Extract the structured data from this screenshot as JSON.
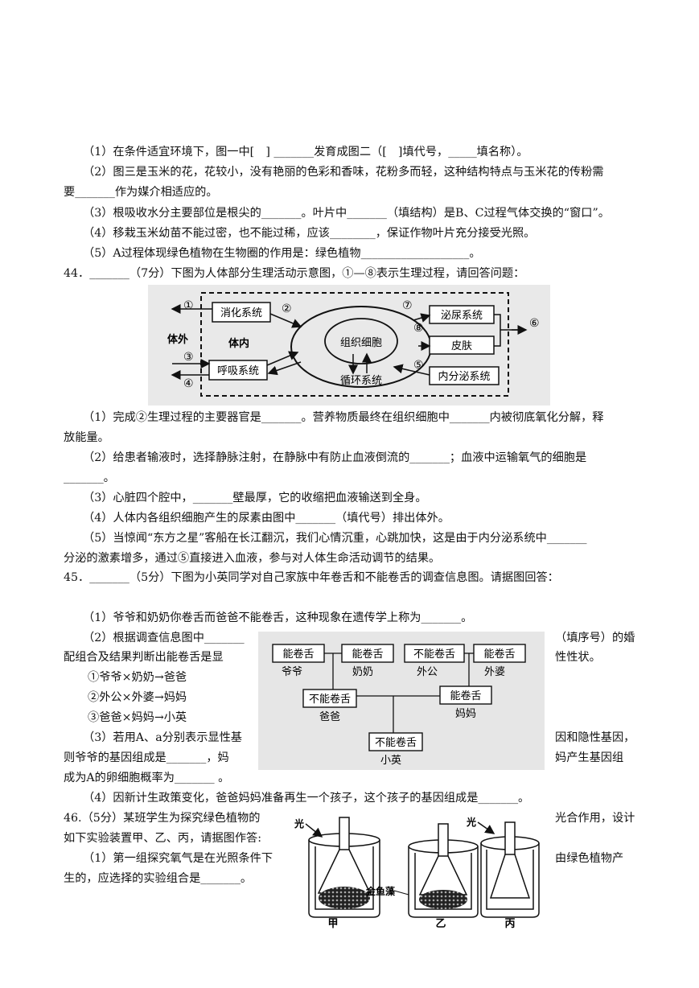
{
  "q43": {
    "l1": "（1）在条件适宜环境下，图一中[　] _______发育成图二（[　]填代号，_____填名称）。",
    "l2": "（2）图三是玉米的花，花较小，没有艳丽的色彩和香味，花粉多而轻，这种结构特点与玉米花的传粉需",
    "l3": "要_______作为媒介相适应的。",
    "l4": "（3）根吸收水分主要部位是根尖的_______。叶片中_______（填结构）是B、C过程气体交换的“窗口”。",
    "l5": "（4）移栽玉米幼苗不能过密，也不能过稀，应该________，保证作物叶片充分接受光照。",
    "l6": "（5）A过程体现绿色植物在生物圈的作用是：绿色植物___________________。"
  },
  "q44": {
    "head": "44．_______（7分）下图为人体部分生理活动示意图，①—⑧表示生理过程，请回答问题：",
    "diagram": {
      "outside": "体外",
      "inside": "体内",
      "digestive": "消化系统",
      "respiratory": "呼吸系统",
      "tissue_cell": "组织细胞",
      "circulation": "循环系统",
      "urinary": "泌尿系统",
      "skin": "皮肤",
      "endocrine": "内分泌系统",
      "n1": "①",
      "n2": "②",
      "n3": "③",
      "n4": "④",
      "n5": "⑤",
      "n6": "⑥",
      "n7": "⑦",
      "n8": "⑧"
    },
    "l1": "（1）完成②生理过程的主要器官是_______。营养物质最终在组织细胞中_______内被彻底氧化分解，释",
    "l2": "放能量。",
    "l3": "（2）给患者输液时，选择静脉注射，在静脉中有防止血液倒流的_______；血液中运输氧气的细胞是",
    "l4": "_______。",
    "l5": "（3）心脏四个腔中，_______壁最厚，它的收缩把血液输送到全身。",
    "l6": "（4）人体内各组织细胞产生的尿素由图中_______（填代号）排出体外。",
    "l7": "（5）当惊闻“东方之星”客船在长江翻沉，我们心情沉重，心跳加快，这是由于内分泌系统中_______",
    "l8": "分泌的激素增多，通过⑤直接进入血液，参与对人体生命活动调节的结果。"
  },
  "q45": {
    "head": "45．_______（5分）下图为小英同学对自己家族中年卷舌和不能卷舌的调查信息图。请据图回答：",
    "l1": "（1）爷爷和奶奶你卷舌而爸爸不能卷舌，这种现象在遗传学上称为_______。",
    "l2a": "（2）根据调查信息图中_______",
    "l2b": "（填序号）的婚",
    "l3a": "配组合及结果判断出能卷舌是显",
    "l3b": "性性状。",
    "o1": "①爷爷×奶奶→爸爸",
    "o2": "②外公×外婆→妈妈",
    "o3": "③爸爸×妈妈→小英",
    "l4a": "（3）若用A、a分别表示显性基",
    "l4b": "因和隐性基因，",
    "l5a": "则爷爷的基因组成是_______，妈",
    "l5b": "妈产生基因组",
    "l6": "成为A的卵细胞概率为_______ 。",
    "l7": "（4）因新计生政策变化，爸爸妈妈准备再生一个孩子，这个孩子的基因组成是_______。",
    "pedigree": {
      "can": "能卷舌",
      "cannot": "不能卷舌",
      "grandpa": "爷爷",
      "grandma": "奶奶",
      "maternal_grandpa": "外公",
      "maternal_grandma": "外婆",
      "dad": "爸爸",
      "mom": "妈妈",
      "xiaoying": "小英"
    }
  },
  "q46": {
    "l1a": "46.（5分）某班学生为探究绿色植物的",
    "l1b": "光合作用，设计",
    "l2a": "如下实验装置甲、乙、丙，请据图作答:",
    "l3a": "（1）第一组探究氧气是在光照条件下",
    "l3b": "由绿色植物产",
    "l4a": "生的，应选择的实验组合是_______。",
    "apparatus": {
      "light": "光",
      "algae": "金鱼藻",
      "jia": "甲",
      "yi": "乙",
      "bing": "丙"
    }
  }
}
